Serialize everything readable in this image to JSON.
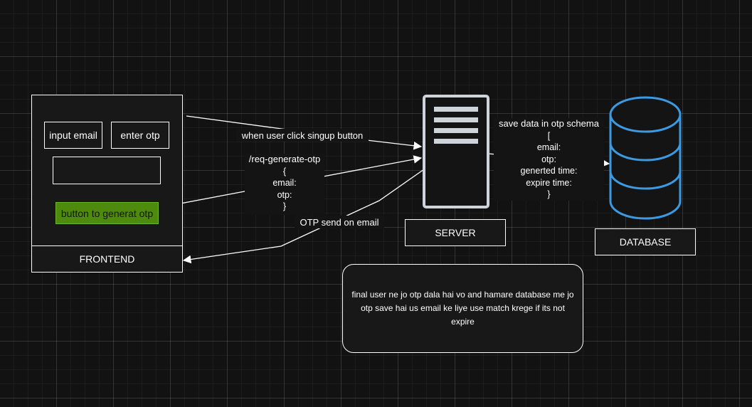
{
  "frontend": {
    "input_email": "input email",
    "enter_otp": "enter otp",
    "otp_input_value": "",
    "generate_button": "button to generat otp",
    "title": "FRONTEND"
  },
  "server": {
    "title": "SERVER",
    "icon": "server-icon"
  },
  "database": {
    "title": "DATABASE",
    "icon": "database-cylinder-icon",
    "color": "#3b9ae1"
  },
  "edges": {
    "signup": "when user click singup button",
    "request": [
      "/req-generate-otp",
      "{",
      "email:",
      "otp:",
      "}"
    ],
    "otp_email": "OTP send on email",
    "save": [
      "save data in otp schema",
      "[",
      "email:",
      "otp:",
      "generted time:",
      "expire time:",
      "}"
    ]
  },
  "note": "final user ne jo otp dala hai vo and hamare database me jo otp save hai us email ke liye use match krege if its not expire",
  "colors": {
    "button_green": "#4e8a0e",
    "stroke": "#ffffff",
    "database": "#3b9ae1"
  }
}
